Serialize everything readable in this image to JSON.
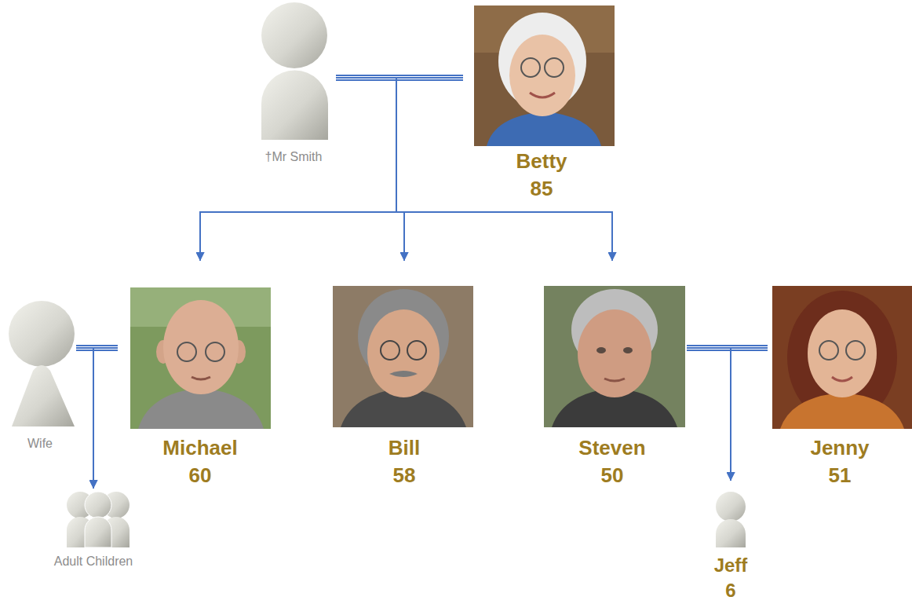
{
  "diagram": {
    "nodes": [
      {
        "text": [
          "†Mr Smith"
        ]
      },
      {
        "text": [
          "Betty",
          "85"
        ]
      },
      {
        "text": [
          "Wife"
        ]
      },
      {
        "text": [
          "Michael",
          "60"
        ]
      },
      {
        "text": [
          "Bill",
          "58"
        ]
      },
      {
        "text": [
          "Steven",
          "50"
        ]
      },
      {
        "text": [
          "Jenny",
          "51"
        ]
      },
      {
        "text": [
          "Adult Children"
        ]
      },
      {
        "text": [
          "Jeff",
          "6"
        ]
      }
    ],
    "edges": [
      {
        "from": 0,
        "to": 1,
        "arrow": "none"
      },
      {
        "from": 0,
        "to": 3,
        "arrow": "to"
      },
      {
        "from": 1,
        "to": 3,
        "arrow": "to"
      },
      {
        "from": 0,
        "to": 4,
        "arrow": "to"
      },
      {
        "from": 1,
        "to": 4,
        "arrow": "to"
      },
      {
        "from": 0,
        "to": 5,
        "arrow": "to"
      },
      {
        "from": 1,
        "to": 5,
        "arrow": "to"
      },
      {
        "from": 2,
        "to": 3,
        "arrow": "none"
      },
      {
        "from": 2,
        "to": 7,
        "arrow": "to"
      },
      {
        "from": 3,
        "to": 7,
        "arrow": "to"
      },
      {
        "from": 5,
        "to": 6,
        "arrow": "none"
      },
      {
        "from": 5,
        "to": 8,
        "arrow": "to"
      },
      {
        "from": 6,
        "to": 8,
        "arrow": "to"
      }
    ]
  }
}
